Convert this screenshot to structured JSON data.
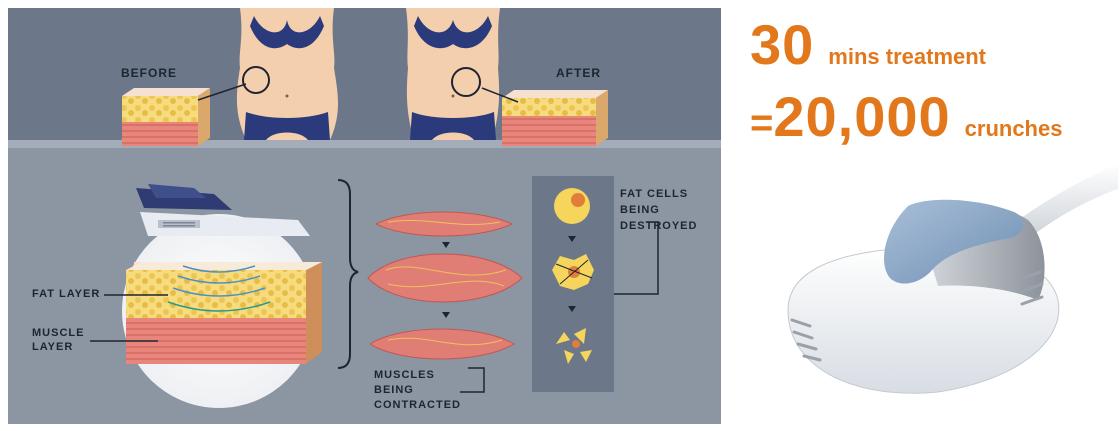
{
  "diagram": {
    "before_label": "BEFORE",
    "after_label": "AFTER",
    "fat_layer_label": "FAT LAYER",
    "muscle_layer_label": [
      "MUSCLE",
      "LAYER"
    ],
    "muscles_label": [
      "MUSCLES",
      "BEING",
      "CONTRACTED"
    ],
    "fat_cells_label": [
      "FAT CELLS",
      "BEING",
      "DESTROYED"
    ]
  },
  "headline": {
    "line1_number": "30",
    "line1_text": "mins treatment",
    "line2_prefix": "=",
    "line2_number": "20,000",
    "line2_text": "crunches"
  },
  "colors": {
    "accent": "#e2771b",
    "band_dark": "#6c7789",
    "band_light": "#8c95a2",
    "fat": "#f3d36a",
    "muscle": "#e07e75",
    "swimwear": "#2b3a7a",
    "skin": "#f4cfae"
  }
}
